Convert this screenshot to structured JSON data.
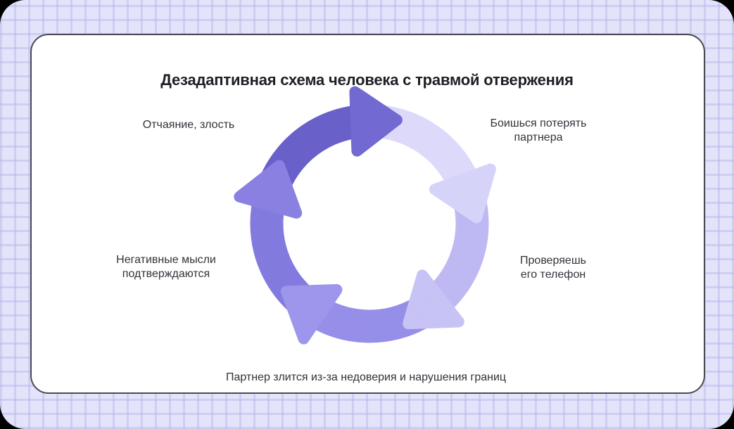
{
  "page": {
    "title": "Дезадаптивная схема человека с травмой отвержения",
    "background_color": "#e2e2fa",
    "grid_line_color": "#aaaae8",
    "card_color": "#ffffff",
    "card_border_color": "#45454e",
    "title_color": "#18181f",
    "label_color": "#2d2d35"
  },
  "cycle": {
    "type": "cycle-diagram",
    "direction": "clockwise",
    "steps": [
      {
        "label": "Боишься потерять\nпартнера",
        "arc_color": "#dbd8fa",
        "arrow_color": "#d5d2f8"
      },
      {
        "label": "Проверяешь\nего телефон",
        "arc_color": "#bcb7f2",
        "arrow_color": "#c6c1f5"
      },
      {
        "label": "Партнер злится из-за недоверия и нарушения границ",
        "arc_color": "#938ce8",
        "arrow_color": "#9a93eb"
      },
      {
        "label": "Негативные мысли\nподтверждаются",
        "arc_color": "#7f77dd",
        "arrow_color": "#867de1"
      },
      {
        "label": "Отчаяние, злость",
        "arc_color": "#655cc8",
        "arrow_color": "#6e66d0"
      }
    ]
  }
}
